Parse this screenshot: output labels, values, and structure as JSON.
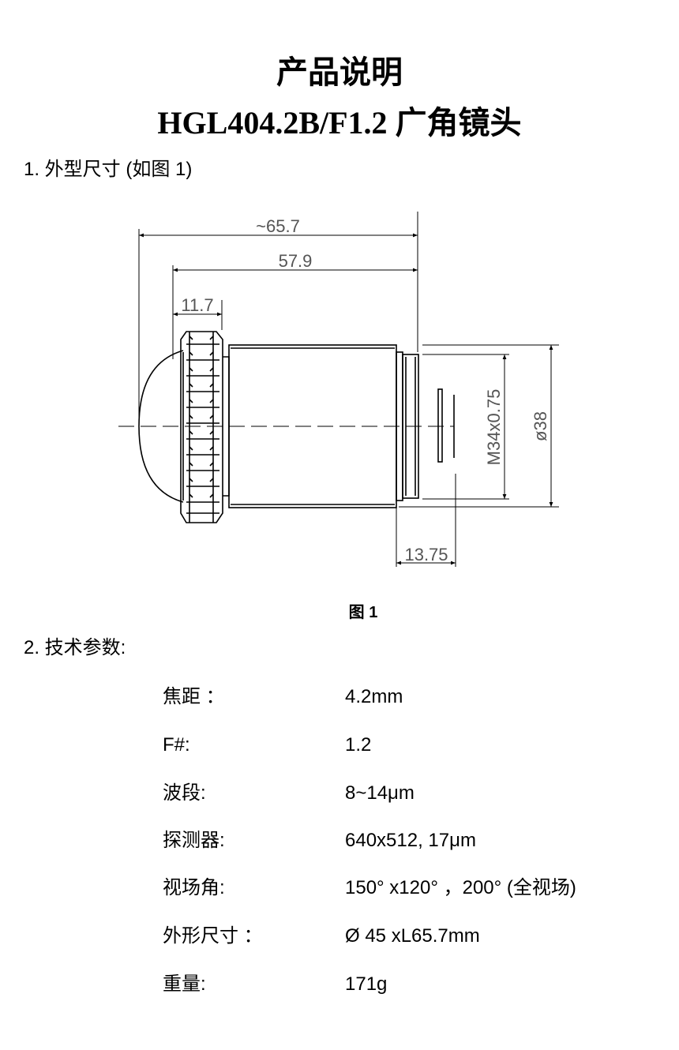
{
  "header": {
    "title": "产品说明",
    "subtitle": "HGL404.2B/F1.2 广角镜头"
  },
  "section1": {
    "heading": "1.  外型尺寸  (如图 1)"
  },
  "figure": {
    "dims": {
      "overall_length": "~65.7",
      "body_length": "57.9",
      "front_length": "11.7",
      "thread": "M34x0.75",
      "diameter": "ø38",
      "back_length": "13.75"
    },
    "caption": "图  1"
  },
  "section2": {
    "heading": "2.  技术参数:"
  },
  "specs": [
    {
      "label": "焦距 ：",
      "value": "4.2mm"
    },
    {
      "label": "F#:",
      "value": "1.2"
    },
    {
      "label": "波段:",
      "value": "8~14μm"
    },
    {
      "label": "探测器:",
      "value": "640x512, 17μm"
    },
    {
      "label": "视场角:",
      "value": "150° x120° ，200° (全视场)"
    },
    {
      "label": "外形尺寸 ：",
      "value": "Ø 45 xL65.7mm"
    },
    {
      "label": "重量:",
      "value": "171g"
    }
  ]
}
